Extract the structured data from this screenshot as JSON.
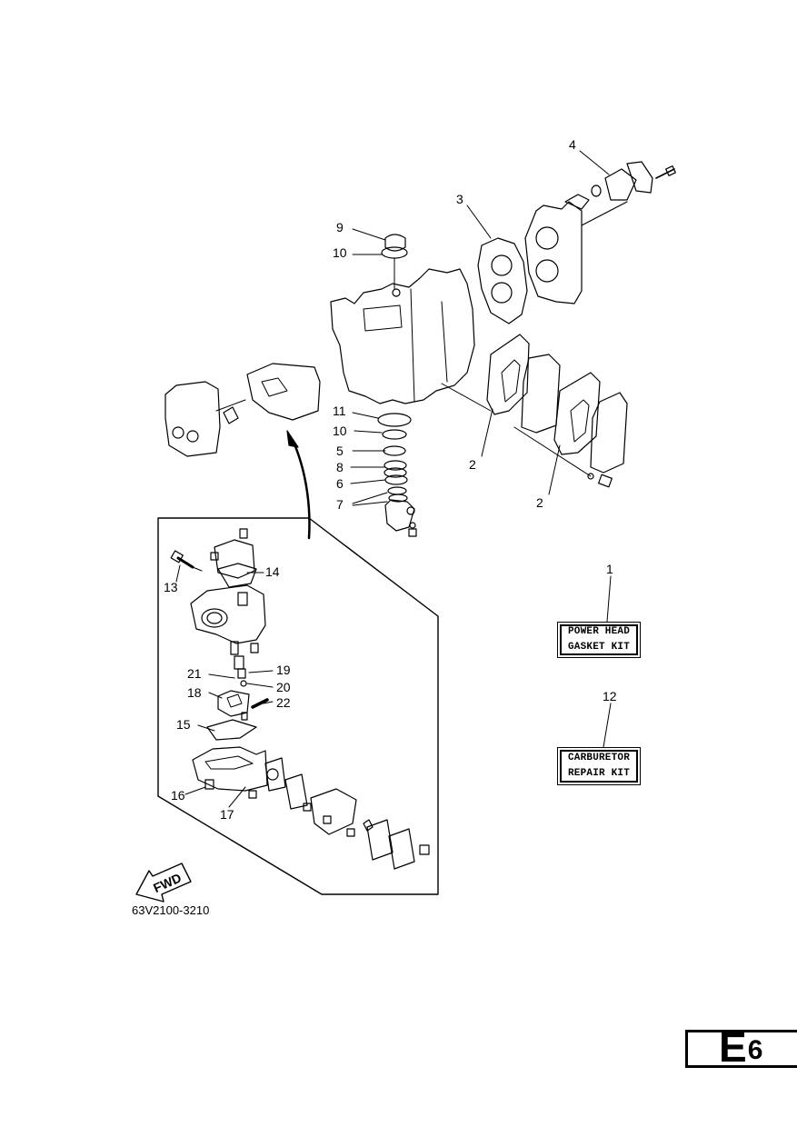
{
  "callouts": [
    "1",
    "2",
    "2",
    "3",
    "4",
    "5",
    "6",
    "7",
    "8",
    "9",
    "10",
    "10",
    "11",
    "12",
    "13",
    "14",
    "15",
    "16",
    "17",
    "18",
    "19",
    "20",
    "21",
    "22"
  ],
  "kits": {
    "power_head": {
      "line1": "POWER HEAD",
      "line2": "GASKET KIT"
    },
    "carburetor": {
      "line1": "CARBURETOR",
      "line2": "REPAIR KIT"
    }
  },
  "fwd_label": "FWD",
  "reference_code": "63V2100-3210",
  "page_tab": {
    "letter": "E",
    "number": "6"
  }
}
